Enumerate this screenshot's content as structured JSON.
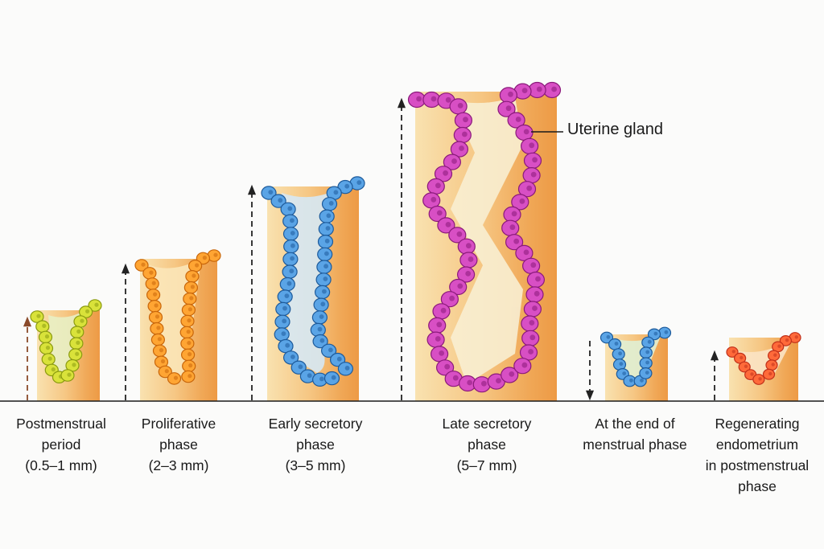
{
  "annotation": "Uterine gland",
  "stages": [
    {
      "id": "postmenstrual",
      "caption": [
        "Postmenstrual",
        "period",
        "(0.5–1 mm)"
      ],
      "cell_color": "#d9e23a",
      "cell_stroke": "#8a9a10",
      "arrow": "up",
      "arrow_color": "#8a4a2a"
    },
    {
      "id": "proliferative",
      "caption": [
        "Proliferative",
        "phase",
        "(2–3 mm)"
      ],
      "cell_color": "#ffa533",
      "cell_stroke": "#c8660a",
      "arrow": "up",
      "arrow_color": "#222222"
    },
    {
      "id": "early-secretory",
      "caption": [
        "Early secretory",
        "phase",
        "(3–5 mm)"
      ],
      "cell_color": "#5aa4e6",
      "cell_stroke": "#1d5a9a",
      "arrow": "up",
      "arrow_color": "#222222"
    },
    {
      "id": "late-secretory",
      "caption": [
        "Late secretory",
        "phase",
        "(5–7 mm)"
      ],
      "cell_color": "#d84fc4",
      "cell_stroke": "#8a1a7a",
      "arrow": "up",
      "arrow_color": "#222222"
    },
    {
      "id": "end-menstrual",
      "caption": [
        "At the end of",
        "menstrual phase"
      ],
      "cell_color": "#5aa4e6",
      "cell_stroke": "#1d5a9a",
      "arrow": "down",
      "arrow_color": "#222222"
    },
    {
      "id": "regenerating",
      "caption": [
        "Regenerating",
        "endometrium",
        "in postmenstrual",
        "phase"
      ],
      "cell_color": "#ff6a3a",
      "cell_stroke": "#c0301a",
      "arrow": "up",
      "arrow_color": "#222222"
    }
  ]
}
